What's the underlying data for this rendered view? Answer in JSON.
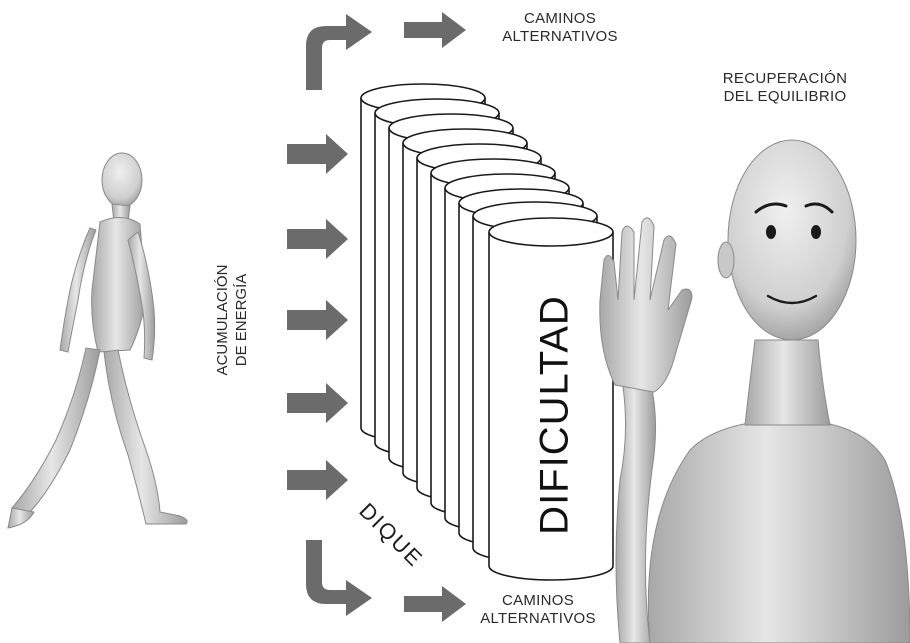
{
  "labels": {
    "alt_paths_top": [
      "CAMINOS",
      "ALTERNATIVOS"
    ],
    "alt_paths_bottom": [
      "CAMINOS",
      "ALTERNATIVOS"
    ],
    "recovery": [
      "RECUPERACIÓN",
      "DEL EQUILIBRIO"
    ],
    "energy": [
      "ACUMULACIÓN",
      "DE ENERGÍA"
    ],
    "dam": "DIQUE",
    "difficulty": "DIFICULTAD"
  },
  "colors": {
    "arrow": "#6b6b6b",
    "figure": "#c9c9c9",
    "outline": "#1a1a1a"
  },
  "icons": {
    "walker": "walking-person-figure",
    "waver": "waving-person-figure",
    "arrows": "right-arrow-icon"
  }
}
